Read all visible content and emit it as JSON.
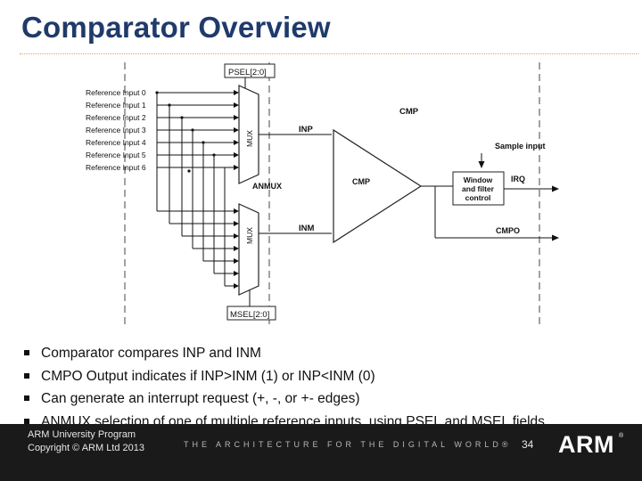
{
  "slide": {
    "title": "Comparator Overview"
  },
  "diagram": {
    "psel_label": "PSEL[2:0]",
    "msel_label": "MSEL[2:0]",
    "reference_inputs": [
      "Reference Input 0",
      "Reference Input 1",
      "Reference Input 2",
      "Reference Input 3",
      "Reference Input 4",
      "Reference Input 5",
      "Reference Input 6"
    ],
    "mux_label_top": "MUX",
    "mux_label_bottom": "MUX",
    "inp_label": "INP",
    "inm_label": "INM",
    "anmux_label": "ANMUX",
    "cmp_label_top": "CMP",
    "cmp_label_center": "CMP",
    "sample_input_label": "Sample input",
    "window_filter_label": [
      "Window",
      "and filter",
      "control"
    ],
    "irq_label": "IRQ",
    "cmpo_label": "CMPO"
  },
  "bullets": [
    "Comparator compares INP and INM",
    "CMPO Output indicates if INP>INM (1) or INP<INM (0)",
    "Can generate an interrupt request (+, -, or +- edges)",
    "ANMUX selection of one of multiple reference inputs, using PSEL and MSEL fields"
  ],
  "footer": {
    "program_line1": "ARM University Program",
    "program_line2": "Copyright © ARM Ltd 2013",
    "tagline": "THE ARCHITECTURE FOR THE DIGITAL WORLD®",
    "page_number": "34",
    "logo_text": "ARM",
    "logo_mark": "®"
  }
}
